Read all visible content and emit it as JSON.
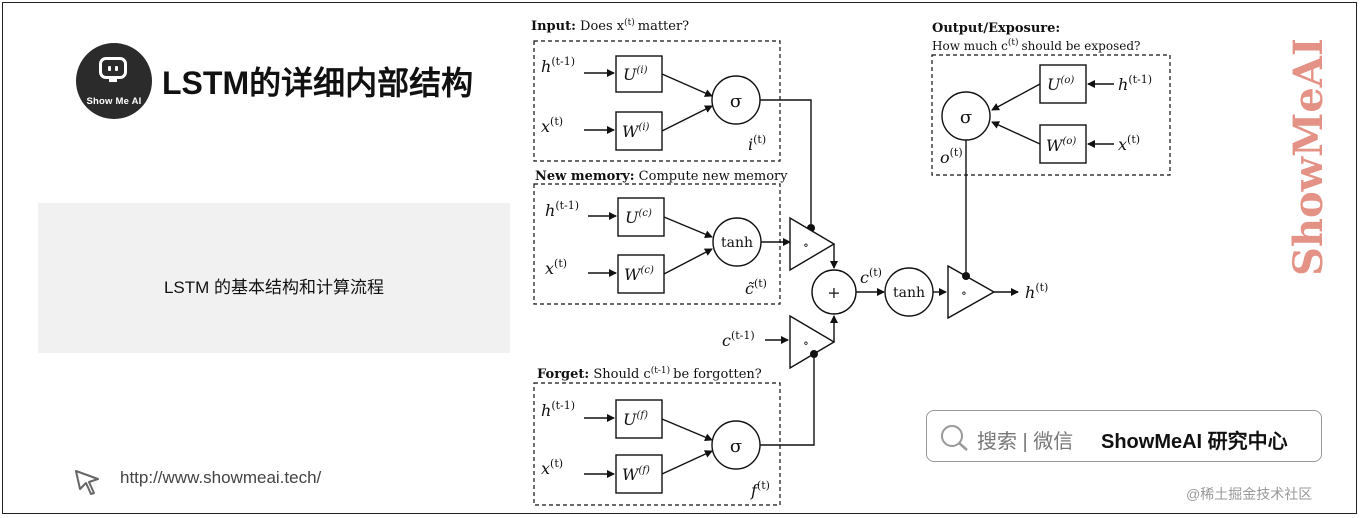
{
  "header": {
    "logo_text": "Show Me AI",
    "title": "LSTM的详细内部结构"
  },
  "left_panel": {
    "caption": "LSTM 的基本结构和计算流程",
    "url": "http://www.showmeai.tech/"
  },
  "diagram": {
    "input_gate": {
      "title_bold": "Input:",
      "title_rest": "Does x",
      "title_sup": "(t)",
      "title_end": "matter?",
      "in_h": "h",
      "in_h_sup": "(t-1)",
      "in_x": "x",
      "in_x_sup": "(t)",
      "U": "U",
      "U_sup": "(i)",
      "W": "W",
      "W_sup": "(i)",
      "act": "σ",
      "out": "i",
      "out_sup": "(t)"
    },
    "new_memory": {
      "title_bold": "New memory:",
      "title_rest": "Compute new memory",
      "in_h": "h",
      "in_h_sup": "(t-1)",
      "in_x": "x",
      "in_x_sup": "(t)",
      "U": "U",
      "U_sup": "(c)",
      "W": "W",
      "W_sup": "(c)",
      "act": "tanh",
      "out": "c̃",
      "out_sup": "(t)"
    },
    "forget_gate": {
      "title_bold": "Forget:",
      "title_rest": "Should c",
      "title_sup": "(t-1)",
      "title_end": "be forgotten?",
      "in_h": "h",
      "in_h_sup": "(t-1)",
      "in_x": "x",
      "in_x_sup": "(t)",
      "U": "U",
      "U_sup": "(f)",
      "W": "W",
      "W_sup": "(f)",
      "act": "σ",
      "out": "f",
      "out_sup": "(t)"
    },
    "output_gate": {
      "title_bold": "Output/Exposure:",
      "subtitle_pre": "How much c",
      "subtitle_sup": "(t)",
      "subtitle_post": "should be exposed?",
      "in_h": "h",
      "in_h_sup": "(t-1)",
      "in_x": "x",
      "in_x_sup": "(t)",
      "U": "U",
      "U_sup": "(o)",
      "W": "W",
      "W_sup": "(o)",
      "act": "σ",
      "out": "o",
      "out_sup": "(t)"
    },
    "center": {
      "prev_cell": "c",
      "prev_cell_sup": "(t-1)",
      "plus": "+",
      "hadamard": "∘",
      "cell": "c",
      "cell_sup": "(t)",
      "tanh": "tanh",
      "hidden": "h",
      "hidden_sup": "(t)"
    }
  },
  "search_box": {
    "text": "搜索 | 微信",
    "brand": "ShowMeAI 研究中心"
  },
  "watermark": {
    "vertical": "ShowMeAI",
    "bottom": "@稀土掘金技术社区"
  },
  "colors": {
    "title": "#111111",
    "logo_bg": "#2b2b2b",
    "panel_bg": "#f1f1f1",
    "watermark": "#e08070"
  }
}
